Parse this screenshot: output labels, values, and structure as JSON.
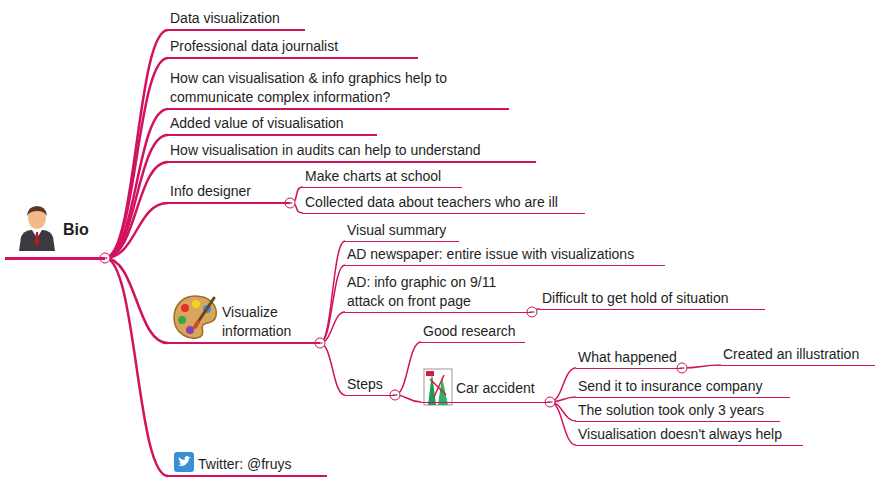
{
  "diagram": {
    "nodes": [
      {
        "text": [
          "Bio"
        ]
      },
      {
        "text": [
          "Data visualization"
        ]
      },
      {
        "text": [
          "Professional data journalist"
        ]
      },
      {
        "text": [
          "How can visualisation & info graphics help to communicate complex information?"
        ]
      },
      {
        "text": [
          "Added value of visualisation"
        ]
      },
      {
        "text": [
          "How visualisation in audits can help to understand"
        ]
      },
      {
        "text": [
          "Info designer"
        ]
      },
      {
        "text": [
          "Make charts at school"
        ]
      },
      {
        "text": [
          "Collected data about teachers who are ill"
        ]
      },
      {
        "text": [
          "Visualize information"
        ]
      },
      {
        "text": [
          "Visual summary"
        ]
      },
      {
        "text": [
          "AD newspaper: entire issue with visualizations"
        ]
      },
      {
        "text": [
          "AD: info graphic on 9/11 attack on front page"
        ]
      },
      {
        "text": [
          "Difficult to get hold of situation"
        ]
      },
      {
        "text": [
          "Steps"
        ]
      },
      {
        "text": [
          "Good research"
        ]
      },
      {
        "text": [
          "Car accident"
        ]
      },
      {
        "text": [
          "What happened"
        ]
      },
      {
        "text": [
          "Created an illustration"
        ]
      },
      {
        "text": [
          "Send it to insurance company"
        ]
      },
      {
        "text": [
          "The solution took only 3 years"
        ]
      },
      {
        "text": [
          "Visualisation doesn't always help"
        ]
      },
      {
        "text": [
          "Twitter: @fruys"
        ]
      }
    ],
    "edges": [
      {
        "from": 0,
        "to": 1,
        "arrow": "none"
      },
      {
        "from": 0,
        "to": 2,
        "arrow": "none"
      },
      {
        "from": 0,
        "to": 3,
        "arrow": "none"
      },
      {
        "from": 0,
        "to": 4,
        "arrow": "none"
      },
      {
        "from": 0,
        "to": 5,
        "arrow": "none"
      },
      {
        "from": 0,
        "to": 6,
        "arrow": "none"
      },
      {
        "from": 6,
        "to": 7,
        "arrow": "none"
      },
      {
        "from": 6,
        "to": 8,
        "arrow": "none"
      },
      {
        "from": 0,
        "to": 9,
        "arrow": "none"
      },
      {
        "from": 9,
        "to": 10,
        "arrow": "none"
      },
      {
        "from": 9,
        "to": 11,
        "arrow": "none"
      },
      {
        "from": 9,
        "to": 12,
        "arrow": "none"
      },
      {
        "from": 12,
        "to": 13,
        "arrow": "none"
      },
      {
        "from": 9,
        "to": 14,
        "arrow": "none"
      },
      {
        "from": 14,
        "to": 15,
        "arrow": "none"
      },
      {
        "from": 14,
        "to": 16,
        "arrow": "none"
      },
      {
        "from": 16,
        "to": 17,
        "arrow": "none"
      },
      {
        "from": 17,
        "to": 18,
        "arrow": "none"
      },
      {
        "from": 16,
        "to": 19,
        "arrow": "none"
      },
      {
        "from": 16,
        "to": 20,
        "arrow": "none"
      },
      {
        "from": 16,
        "to": 21,
        "arrow": "none"
      },
      {
        "from": 0,
        "to": 22,
        "arrow": "none"
      }
    ]
  }
}
